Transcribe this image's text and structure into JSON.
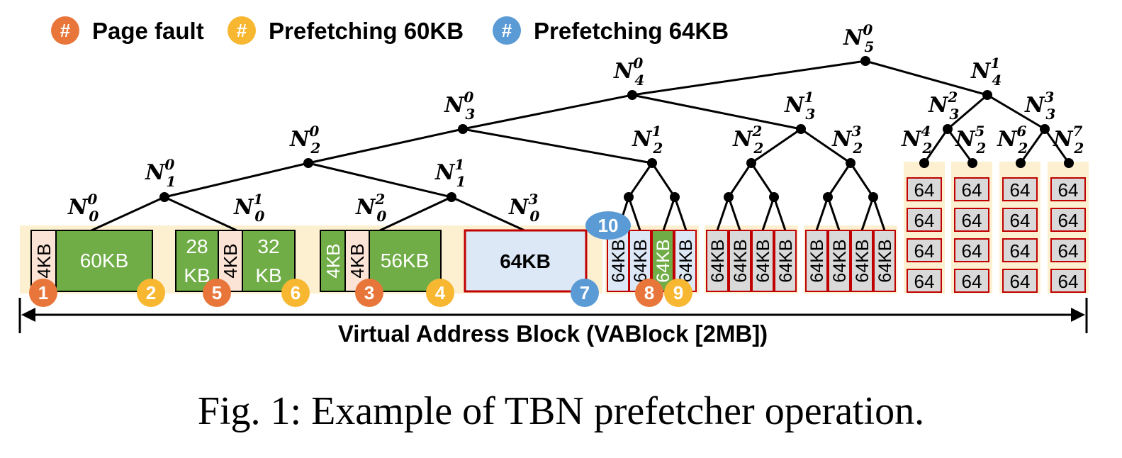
{
  "legend": {
    "badge_symbol": "#",
    "items": [
      {
        "label": "Page fault",
        "color": "#e8763a"
      },
      {
        "label": "Prefetching 60KB",
        "color": "#f7b731"
      },
      {
        "label": "Prefetching 64KB",
        "color": "#5b9bd5"
      }
    ]
  },
  "tree_nodes": [
    {
      "base": "N",
      "sub": "5",
      "sup": "0"
    },
    {
      "base": "N",
      "sub": "4",
      "sup": "0"
    },
    {
      "base": "N",
      "sub": "4",
      "sup": "1"
    },
    {
      "base": "N",
      "sub": "3",
      "sup": "0"
    },
    {
      "base": "N",
      "sub": "3",
      "sup": "1"
    },
    {
      "base": "N",
      "sub": "3",
      "sup": "2"
    },
    {
      "base": "N",
      "sub": "3",
      "sup": "3"
    },
    {
      "base": "N",
      "sub": "2",
      "sup": "0"
    },
    {
      "base": "N",
      "sub": "2",
      "sup": "1"
    },
    {
      "base": "N",
      "sub": "2",
      "sup": "2"
    },
    {
      "base": "N",
      "sub": "2",
      "sup": "3"
    },
    {
      "base": "N",
      "sub": "2",
      "sup": "4"
    },
    {
      "base": "N",
      "sub": "2",
      "sup": "5"
    },
    {
      "base": "N",
      "sub": "2",
      "sup": "6"
    },
    {
      "base": "N",
      "sub": "2",
      "sup": "7"
    },
    {
      "base": "N",
      "sub": "1",
      "sup": "0"
    },
    {
      "base": "N",
      "sub": "1",
      "sup": "1"
    },
    {
      "base": "N",
      "sub": "0",
      "sup": "0"
    },
    {
      "base": "N",
      "sub": "0",
      "sup": "1"
    },
    {
      "base": "N",
      "sub": "0",
      "sup": "2"
    },
    {
      "base": "N",
      "sub": "0",
      "sup": "3"
    }
  ],
  "blocks": {
    "b1_small": "4KB",
    "b1_large": "60KB",
    "b2_left_top": "28",
    "b2_left_bottom": "KB",
    "b2_mid": "4KB",
    "b2_right_top": "32",
    "b2_right_bottom": "KB",
    "b3_a": "4KB",
    "b3_b": "4KB",
    "b3_large": "56KB",
    "b4": "64KB",
    "strip_cell": "64KB",
    "grid_cell": "64"
  },
  "steps": [
    {
      "label": "1",
      "kind": "page-fault"
    },
    {
      "label": "2",
      "kind": "prefetch-60"
    },
    {
      "label": "5",
      "kind": "page-fault"
    },
    {
      "label": "6",
      "kind": "prefetch-60"
    },
    {
      "label": "3",
      "kind": "page-fault"
    },
    {
      "label": "4",
      "kind": "prefetch-60"
    },
    {
      "label": "7",
      "kind": "prefetch-64"
    },
    {
      "label": "8",
      "kind": "page-fault"
    },
    {
      "label": "9",
      "kind": "prefetch-60"
    },
    {
      "label": "10",
      "kind": "prefetch-64"
    }
  ],
  "axis_label": "Virtual Address Block (VABlock [2MB])",
  "caption": "Fig. 1: Example of TBN prefetcher operation.",
  "colors": {
    "green": "#70ad47",
    "light_pink": "#fbe3d6",
    "light_blue": "#dde8f6",
    "region_bg": "#fdf0d0",
    "grid_cell": "#d9d9d9",
    "border_red": "#c00000"
  }
}
